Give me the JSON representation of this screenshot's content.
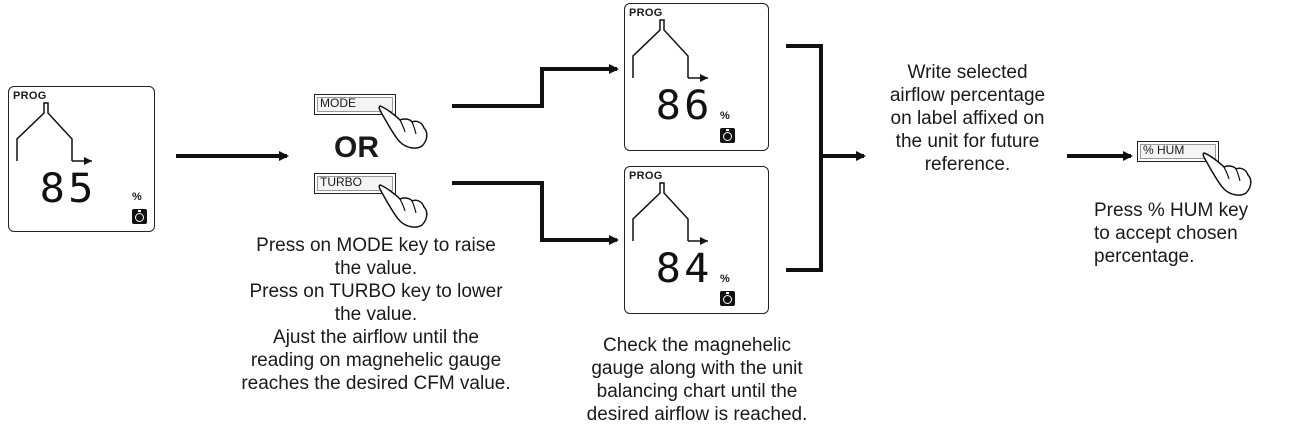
{
  "displays": {
    "initial": {
      "prog": "PROG",
      "value": "85",
      "unit": "%"
    },
    "raised": {
      "prog": "PROG",
      "value": "86",
      "unit": "%"
    },
    "lowered": {
      "prog": "PROG",
      "value": "84",
      "unit": "%"
    }
  },
  "keys": {
    "mode": "MODE",
    "or": "OR",
    "turbo": "TURBO",
    "hum": "% HUM"
  },
  "captions": {
    "adjust": "Press on MODE key to raise\nthe value.\nPress on TURBO key to lower\nthe value.\nAjust the airflow until the\nreading on magnehelic gauge\nreaches the desired CFM value.",
    "check": "Check the magnehelic\ngauge along with the unit\nbalancing chart until the\ndesired airflow is reached.",
    "write": "Write selected\nairflow percentage\non label affixed on\nthe unit for future\nreference.",
    "accept": "Press % HUM key\nto accept chosen\npercentage."
  }
}
